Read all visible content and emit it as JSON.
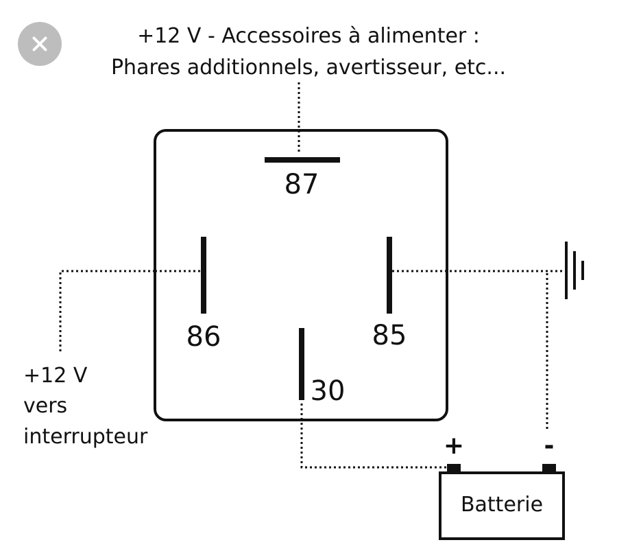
{
  "close_icon": "close-icon",
  "top_label": {
    "line1": "+12 V - Accessoires à alimenter :",
    "line2": "Phares additionnels, avertisseur, etc..."
  },
  "terminals": {
    "t87": "87",
    "t86": "86",
    "t85": "85",
    "t30": "30"
  },
  "left_label": {
    "line1": "+12 V",
    "line2": "vers",
    "line3": "interrupteur"
  },
  "battery": {
    "label": "Batterie",
    "plus": "+",
    "minus": "-"
  },
  "ground_icon": "ground-icon",
  "colors": {
    "ink": "#111111",
    "close_bg": "#bdbdbd"
  }
}
